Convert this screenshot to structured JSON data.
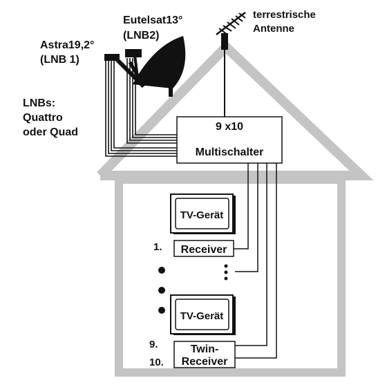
{
  "labels": {
    "astra_name": "Astra19,2°",
    "astra_lnb": "(LNB 1)",
    "eutelsat_name": "Eutelsat13°",
    "eutelsat_lnb": "(LNB2)",
    "antenna_line1": "terrestrische",
    "antenna_line2": "Antenne",
    "lnb_line1": "LNBs:",
    "lnb_line2": "Quattro",
    "lnb_line3": "oder Quad",
    "switch_line1": "9 x10",
    "switch_line2": "Multischalter",
    "tv1": "TV-Gerät",
    "tv2": "TV-Gerät",
    "receiver": "Receiver",
    "twin_line1": "Twin-",
    "twin_line2": "Receiver",
    "num_1": "1.",
    "num_9": "9.",
    "num_10": "10."
  },
  "colors": {
    "house": "#c4c4c4",
    "ink": "#111111",
    "paper": "#ffffff"
  }
}
